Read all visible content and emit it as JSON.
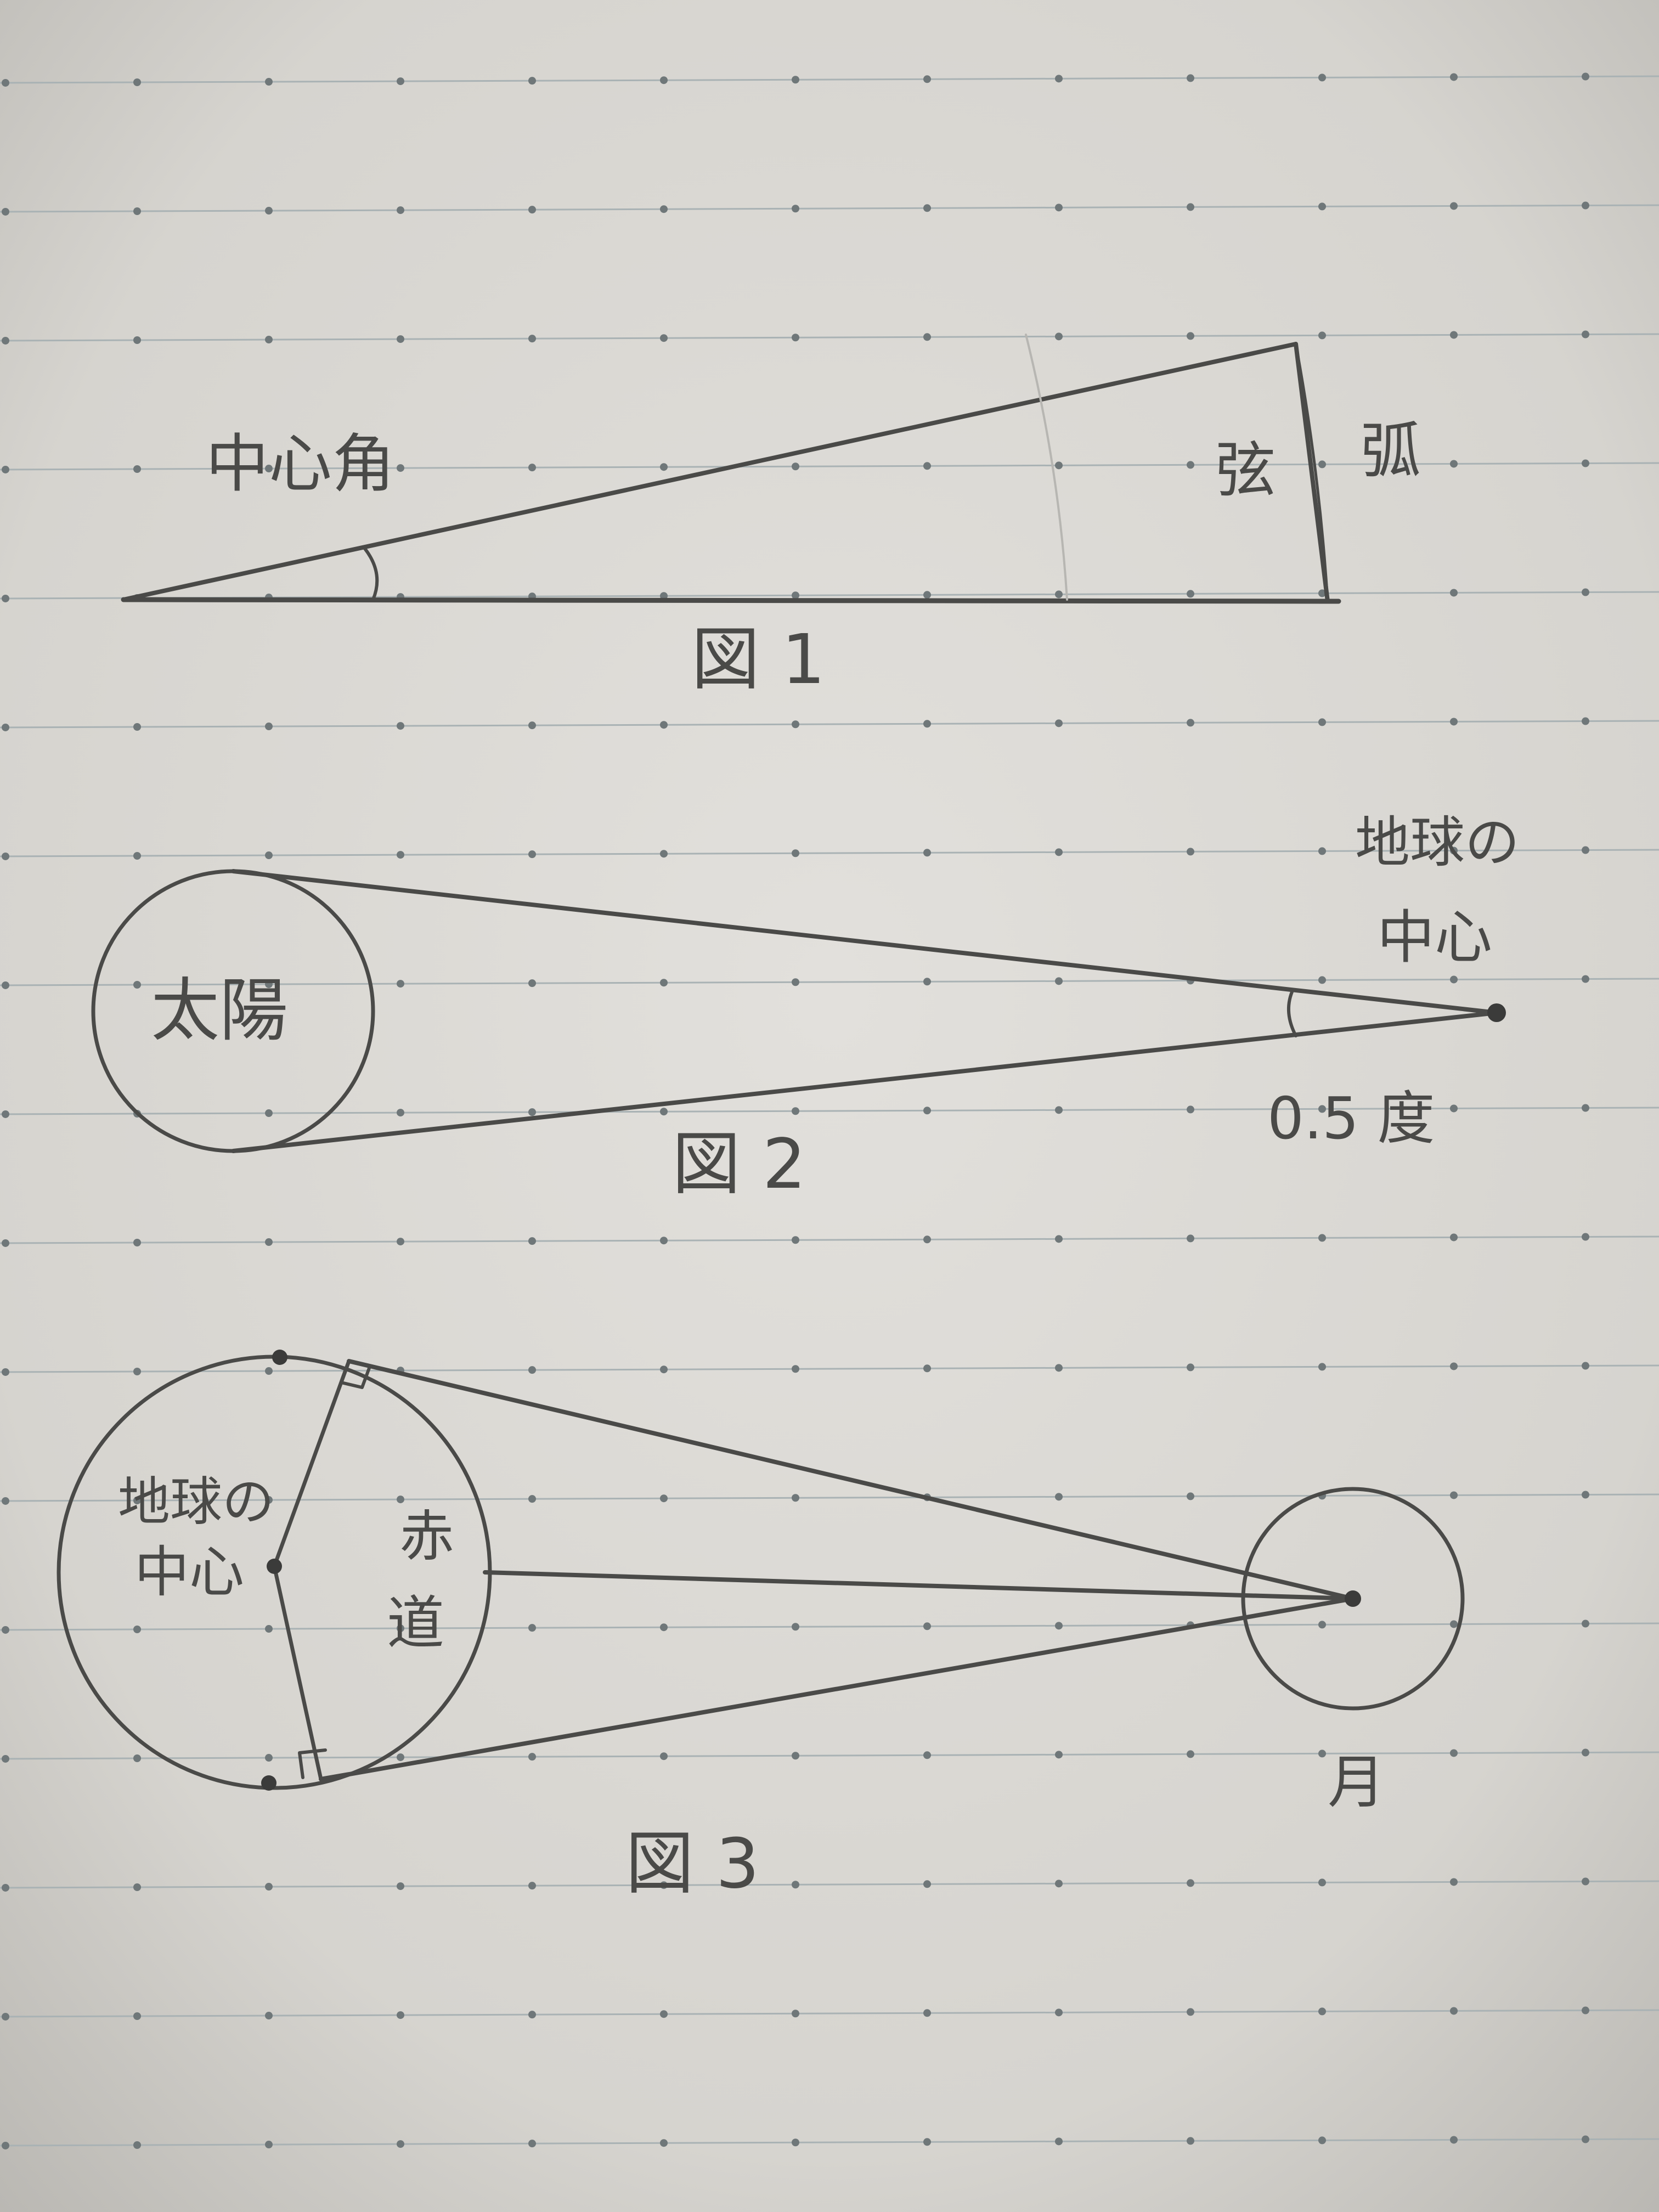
{
  "figure1": {
    "caption": "図 1",
    "label_angle": "中心角",
    "label_chord": "弦",
    "label_arc": "弧"
  },
  "figure2": {
    "caption": "図 2",
    "label_sun": "太陽",
    "label_earth_center_line1": "地球の",
    "label_earth_center_line2": "中心",
    "label_angle": "0.5 度"
  },
  "figure3": {
    "caption": "図 3",
    "label_earth_center_line1": "地球の",
    "label_earth_center_line2": "中心",
    "label_equator_line1": "赤",
    "label_equator_line2": "道",
    "label_moon": "月"
  },
  "colors": {
    "paper": "#dcdad6",
    "rule_line": "#a9b2b4",
    "rule_dot": "#6f7779",
    "pencil": "#4a4a48"
  }
}
